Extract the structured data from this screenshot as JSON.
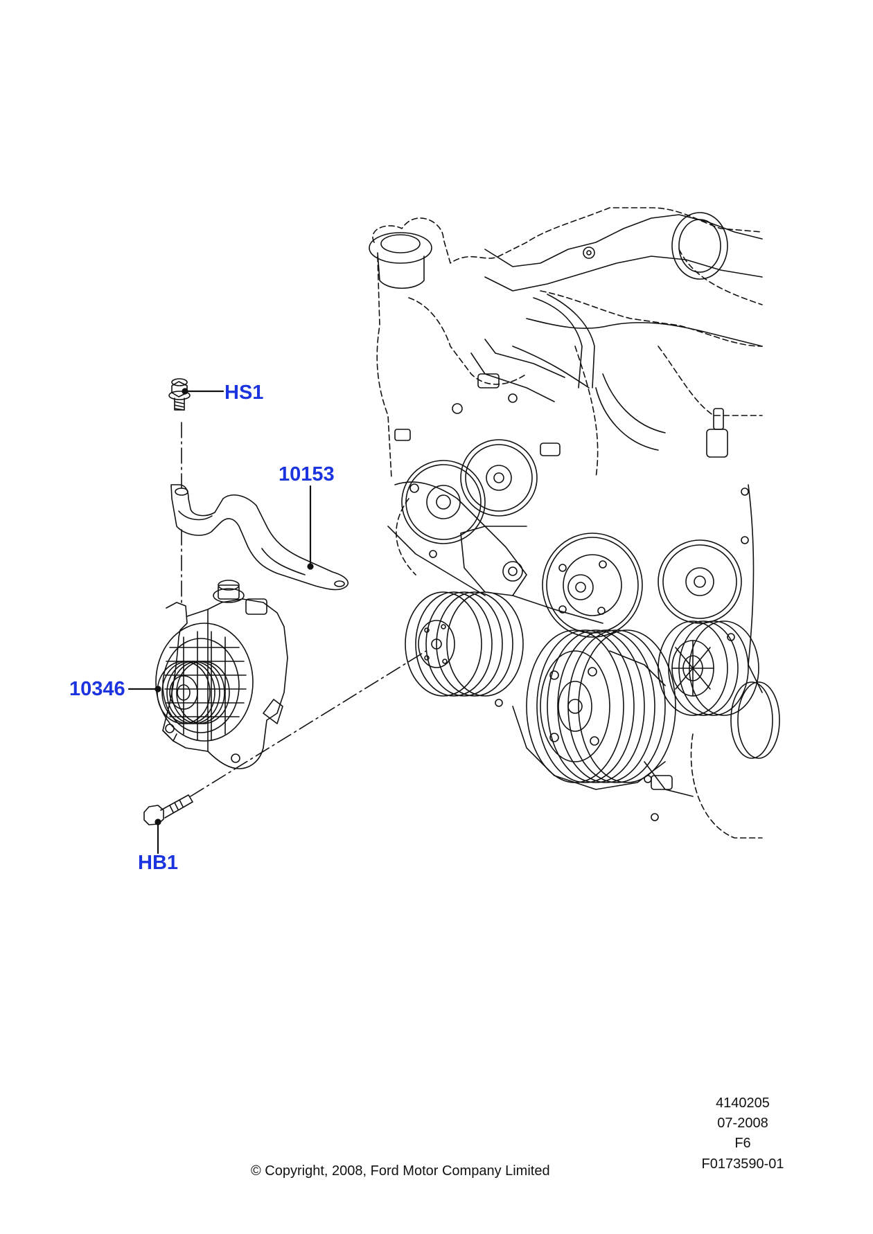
{
  "callouts": {
    "hs1": "HS1",
    "bracket": "10153",
    "alternator": "10346",
    "hb1": "HB1"
  },
  "colors": {
    "callout": "#1c34e0",
    "line": "#111111"
  },
  "footer": {
    "ref_number": "4140205",
    "date": "07-2008",
    "code": "F6",
    "figure_id": "F0173590-01",
    "copyright": "© Copyright, 2008, Ford Motor Company Limited"
  }
}
